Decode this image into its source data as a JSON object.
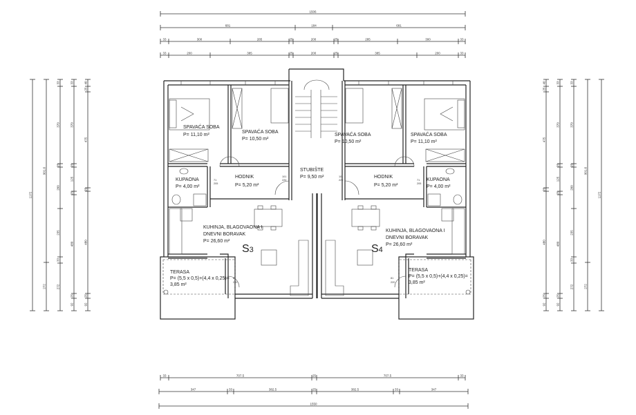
{
  "dimensions": {
    "top": [
      [
        "1506"
      ],
      [
        "681",
        "184",
        "681"
      ],
      [
        "33",
        "300",
        "285",
        "25",
        "200",
        "25",
        "285",
        "300",
        "33"
      ],
      [
        "33",
        "200",
        "385",
        "25",
        "200",
        "25",
        "385",
        "200",
        "33"
      ]
    ],
    "bottom": [
      [
        "33",
        "707.5",
        "25",
        "707.5",
        "33"
      ],
      [
        "347",
        "33",
        "382.5",
        "25",
        "382.5",
        "33",
        "347"
      ],
      [
        "1550"
      ]
    ],
    "left": [
      [
        "1172"
      ],
      [
        "901.6",
        "272"
      ],
      [
        "33",
        "370",
        "25",
        "200",
        "235",
        "33",
        "272"
      ],
      [
        "33",
        "370",
        "25",
        "125",
        "25",
        "480",
        "25",
        "92"
      ],
      [
        "40",
        "25",
        "475",
        "25",
        "480",
        "25",
        "92"
      ]
    ],
    "right": [
      [
        "40",
        "25",
        "475",
        "25",
        "480",
        "25",
        "92"
      ],
      [
        "33",
        "370",
        "25",
        "125",
        "25",
        "480",
        "25",
        "92"
      ],
      [
        "33",
        "370",
        "25",
        "200",
        "235",
        "33",
        "272"
      ],
      [
        "901.6",
        "272"
      ],
      [
        "1172"
      ]
    ]
  },
  "units": {
    "s3": {
      "name": "S",
      "number": "3",
      "rooms": {
        "bedroom1": {
          "name": "SPAVAĆA SOBA",
          "area": "P= 11,10 m²"
        },
        "bedroom2": {
          "name": "SPAVAĆA SOBA",
          "area": "P= 10,50 m²"
        },
        "hall": {
          "name": "HODNIK",
          "area": "P= 5,20 m²"
        },
        "bathroom": {
          "name": "KUPAONA",
          "area": "P= 4,00 m²"
        },
        "living": {
          "name1": "KUHINJA, BLAGOVAONA I",
          "name2": "DNEVNI BORAVAK",
          "area": "P= 26,60 m²"
        },
        "terrace": {
          "name": "TERASA",
          "formula": "P= (5,5 x 0,5)+(4,4 x 0,25)=",
          "area": "3,85 m²"
        }
      }
    },
    "s4": {
      "name": "S",
      "number": "4",
      "rooms": {
        "bedroom1": {
          "name": "SPAVAĆA SOBA",
          "area": "P= 10,50 m²"
        },
        "bedroom2": {
          "name": "SPAVAĆA SOBA",
          "area": "P= 11,10 m²"
        },
        "hall": {
          "name": "HODNIK",
          "area": "P= 5,20 m²"
        },
        "bathroom": {
          "name": "KUPAONA",
          "area": "P= 4,00 m²"
        },
        "living": {
          "name1": "KUHINJA, BLAGOVAONA I",
          "name2": "DNEVNI BORAVAK",
          "area": "P= 26,60 m²"
        },
        "terrace": {
          "name": "TERASA",
          "formula": "P= (5,5 x 0,5)+(4,4 x 0,25)=",
          "area": "3,85 m²"
        }
      }
    }
  },
  "stairs": {
    "name": "STUBIŠTE",
    "area": "P= 9,50 m²"
  },
  "doors": {
    "entrance": [
      "101",
      "220"
    ],
    "bath": [
      "71",
      "205"
    ],
    "terrace": [
      "81",
      "220"
    ]
  }
}
